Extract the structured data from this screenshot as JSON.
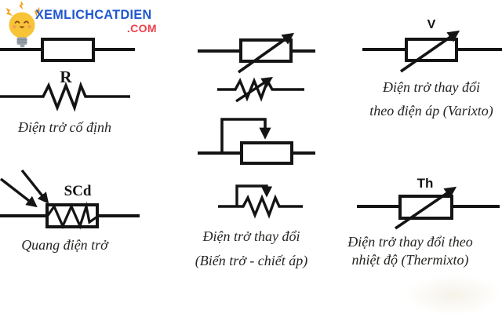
{
  "logo": {
    "brand": "XEMLICHCATDIEN",
    "tld": ".COM",
    "icon": "lightbulb-icon",
    "brand_color": "#1e56d0",
    "tld_color": "#ee404d"
  },
  "colors": {
    "ink": "#141414",
    "caption_text": "#262422"
  },
  "symbols": {
    "fixed": {
      "ref_label": "R",
      "caption": "Điện trở cố định"
    },
    "photo": {
      "ref_label": "SCd",
      "caption": "Quang điện trở"
    },
    "variable": {
      "caption1": "Điện trở thay đổi",
      "caption2": "(Biến trở - chiết áp)"
    },
    "varistor": {
      "ref_label": "V",
      "caption1": "Điện trở thay đổi",
      "caption2": "theo điện áp (Varixto)"
    },
    "thermistor": {
      "ref_label": "Th",
      "caption1": "Điện trở thay đổi theo",
      "caption2": "nhiệt độ (Thermixto)"
    }
  }
}
